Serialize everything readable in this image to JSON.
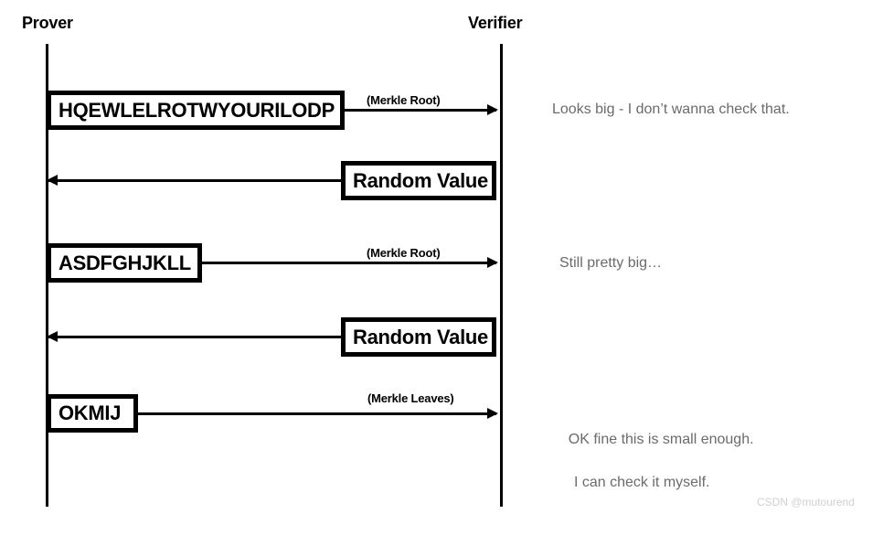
{
  "diagram": {
    "type": "sequence-diagram",
    "actors": [
      {
        "id": "prover",
        "label": "Prover"
      },
      {
        "id": "verifier",
        "label": "Verifier"
      }
    ],
    "messages": [
      {
        "id": "msg-1",
        "from": "prover",
        "to": "verifier",
        "payload": "HQEWLELROTWYOURILODP",
        "label": "(Merkle Root)",
        "direction": "right"
      },
      {
        "id": "msg-2",
        "from": "verifier",
        "to": "prover",
        "payload": "Random Value",
        "label": "",
        "direction": "left"
      },
      {
        "id": "msg-3",
        "from": "prover",
        "to": "verifier",
        "payload": "ASDFGHJKLL",
        "label": "(Merkle Root)",
        "direction": "right"
      },
      {
        "id": "msg-4",
        "from": "verifier",
        "to": "prover",
        "payload": "Random Value",
        "label": "",
        "direction": "left"
      },
      {
        "id": "msg-5",
        "from": "prover",
        "to": "verifier",
        "payload": "OKMIJ",
        "label": "(Merkle Leaves)",
        "direction": "right"
      }
    ],
    "notes": [
      {
        "id": "note-1",
        "text": "Looks big - I don’t wanna check that."
      },
      {
        "id": "note-2",
        "text": "Still pretty big…"
      },
      {
        "id": "note-3",
        "line1": "OK fine this is small enough.",
        "line2": "I can check it myself."
      }
    ],
    "watermark": "CSDN @mutourend",
    "colors": {
      "stroke": "#000000",
      "background": "#ffffff",
      "note_text": "#6b6b6b",
      "watermark_text": "#d0d0d0"
    }
  }
}
